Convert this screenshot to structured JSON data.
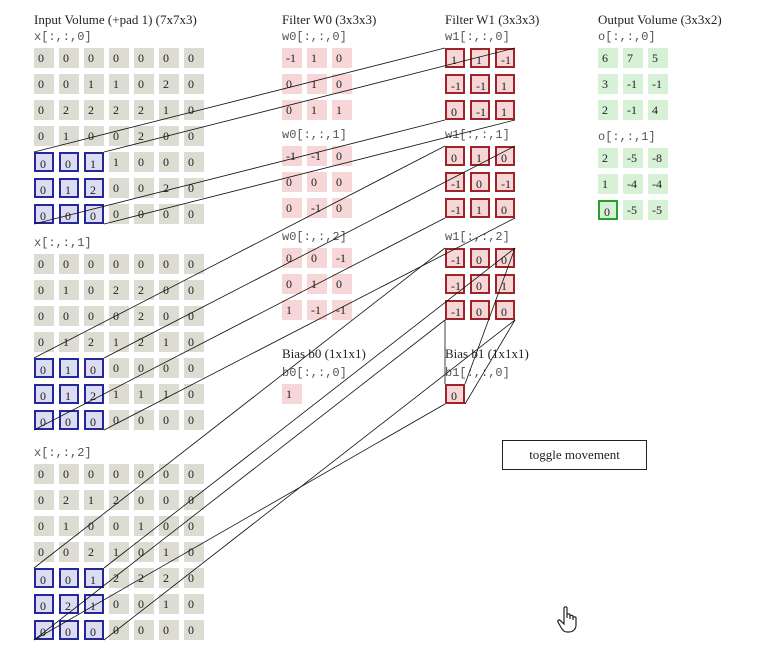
{
  "input": {
    "title": "Input Volume (+pad 1) (7x7x3)",
    "slices": [
      {
        "label": "x[:,:,0]",
        "rows": [
          [
            0,
            0,
            0,
            0,
            0,
            0,
            0
          ],
          [
            0,
            0,
            1,
            1,
            0,
            2,
            0
          ],
          [
            0,
            2,
            2,
            2,
            2,
            1,
            0
          ],
          [
            0,
            1,
            0,
            0,
            2,
            0,
            0
          ],
          [
            0,
            0,
            1,
            1,
            0,
            0,
            0
          ],
          [
            0,
            1,
            2,
            0,
            0,
            2,
            0
          ],
          [
            0,
            0,
            0,
            0,
            0,
            0,
            0
          ]
        ]
      },
      {
        "label": "x[:,:,1]",
        "rows": [
          [
            0,
            0,
            0,
            0,
            0,
            0,
            0
          ],
          [
            0,
            1,
            0,
            2,
            2,
            0,
            0
          ],
          [
            0,
            0,
            0,
            0,
            2,
            0,
            0
          ],
          [
            0,
            1,
            2,
            1,
            2,
            1,
            0
          ],
          [
            0,
            1,
            0,
            0,
            0,
            0,
            0
          ],
          [
            0,
            1,
            2,
            1,
            1,
            1,
            0
          ],
          [
            0,
            0,
            0,
            0,
            0,
            0,
            0
          ]
        ]
      },
      {
        "label": "x[:,:,2]",
        "rows": [
          [
            0,
            0,
            0,
            0,
            0,
            0,
            0
          ],
          [
            0,
            2,
            1,
            2,
            0,
            0,
            0
          ],
          [
            0,
            1,
            0,
            0,
            1,
            0,
            0
          ],
          [
            0,
            0,
            2,
            1,
            0,
            1,
            0
          ],
          [
            0,
            0,
            1,
            2,
            2,
            2,
            0
          ],
          [
            0,
            2,
            1,
            0,
            0,
            1,
            0
          ],
          [
            0,
            0,
            0,
            0,
            0,
            0,
            0
          ]
        ]
      }
    ]
  },
  "filter0": {
    "title": "Filter W0 (3x3x3)",
    "slices": [
      {
        "label": "w0[:,:,0]",
        "rows": [
          [
            -1,
            1,
            0
          ],
          [
            0,
            1,
            0
          ],
          [
            0,
            1,
            1
          ]
        ]
      },
      {
        "label": "w0[:,:,1]",
        "rows": [
          [
            -1,
            -1,
            0
          ],
          [
            0,
            0,
            0
          ],
          [
            0,
            -1,
            0
          ]
        ]
      },
      {
        "label": "w0[:,:,2]",
        "rows": [
          [
            0,
            0,
            -1
          ],
          [
            0,
            1,
            0
          ],
          [
            1,
            -1,
            -1
          ]
        ]
      }
    ],
    "bias_title": "Bias b0 (1x1x1)",
    "bias_label": "b0[:,:,0]",
    "bias_value": 1
  },
  "filter1": {
    "title": "Filter W1 (3x3x3)",
    "slices": [
      {
        "label": "w1[:,:,0]",
        "rows": [
          [
            1,
            1,
            -1
          ],
          [
            -1,
            -1,
            1
          ],
          [
            0,
            -1,
            1
          ]
        ]
      },
      {
        "label": "w1[:,:,1]",
        "rows": [
          [
            0,
            1,
            0
          ],
          [
            -1,
            0,
            -1
          ],
          [
            -1,
            1,
            0
          ]
        ]
      },
      {
        "label": "w1[:,:,2]",
        "rows": [
          [
            -1,
            0,
            0
          ],
          [
            -1,
            0,
            1
          ],
          [
            -1,
            0,
            0
          ]
        ]
      }
    ],
    "bias_title": "Bias b1 (1x1x1)",
    "bias_label": "b1[:,:,0]",
    "bias_value": 0
  },
  "output": {
    "title": "Output Volume (3x3x2)",
    "slices": [
      {
        "label": "o[:,:,0]",
        "rows": [
          [
            6,
            7,
            5
          ],
          [
            3,
            -1,
            -1
          ],
          [
            2,
            -1,
            4
          ]
        ]
      },
      {
        "label": "o[:,:,1]",
        "rows": [
          [
            2,
            -5,
            -8
          ],
          [
            1,
            -4,
            -4
          ],
          [
            0,
            -5,
            -5
          ]
        ]
      }
    ]
  },
  "highlight": {
    "input_row": 4,
    "input_col": 0,
    "output_slice": 1,
    "output_row": 2,
    "output_col": 0
  },
  "toggle_label": "toggle movement",
  "colors": {
    "input_cell": "#dcdcd3",
    "weight_cell": "#f6d6d6",
    "output_cell": "#d6f1d6",
    "input_box": "#23289a",
    "weight_box": "#a0232a",
    "output_box": "#27a227"
  },
  "cursor_icon": "hand-pointer-icon"
}
